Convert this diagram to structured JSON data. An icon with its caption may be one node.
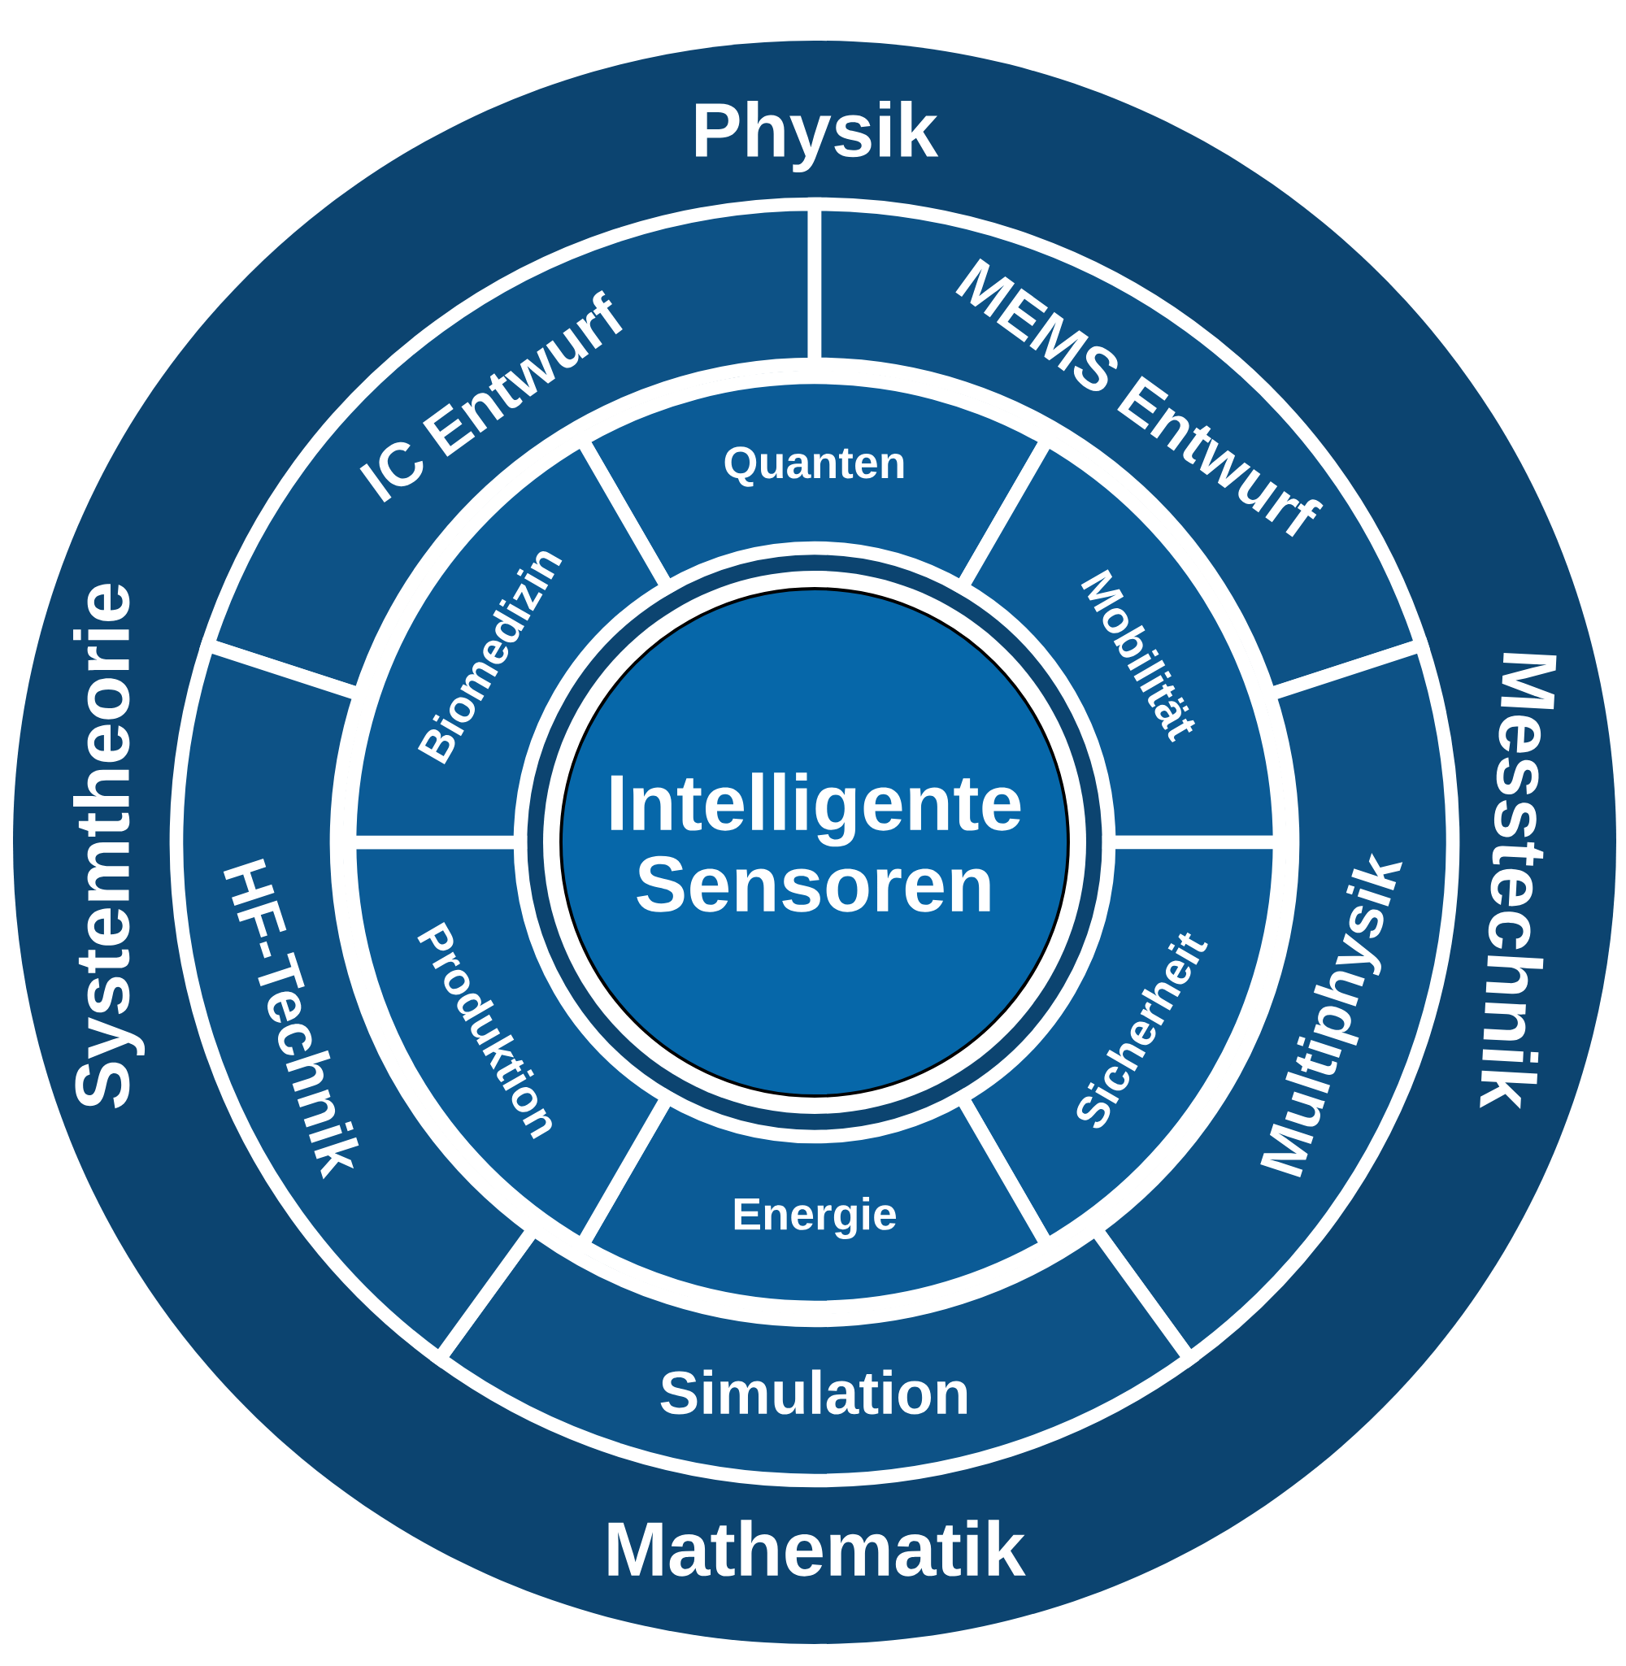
{
  "diagram": {
    "nodes": [
      {
        "text": [
          "Physik",
          "Messtechnik",
          "Mathematik",
          "Systemtheorie"
        ]
      },
      {
        "text": [
          "IC Entwurf"
        ],
        "in": 0
      },
      {
        "text": [
          "MEMS Entwurf"
        ],
        "in": 0
      },
      {
        "text": [
          "Multiphysik"
        ],
        "in": 0
      },
      {
        "text": [
          "Simulation"
        ],
        "in": 0
      },
      {
        "text": [
          "HF-Technik"
        ],
        "in": 0
      },
      {
        "text": [
          "Quanten"
        ],
        "in": 0
      },
      {
        "text": [
          "Mobilität"
        ],
        "in": 0
      },
      {
        "text": [
          "Sicherheit"
        ],
        "in": 0
      },
      {
        "text": [
          "Energie"
        ],
        "in": 0
      },
      {
        "text": [
          "Produktion"
        ],
        "in": 0
      },
      {
        "text": [
          "Biomedizin"
        ],
        "in": 0
      },
      {
        "text": [
          "Intelligente Sensoren"
        ],
        "in": 0
      }
    ]
  }
}
